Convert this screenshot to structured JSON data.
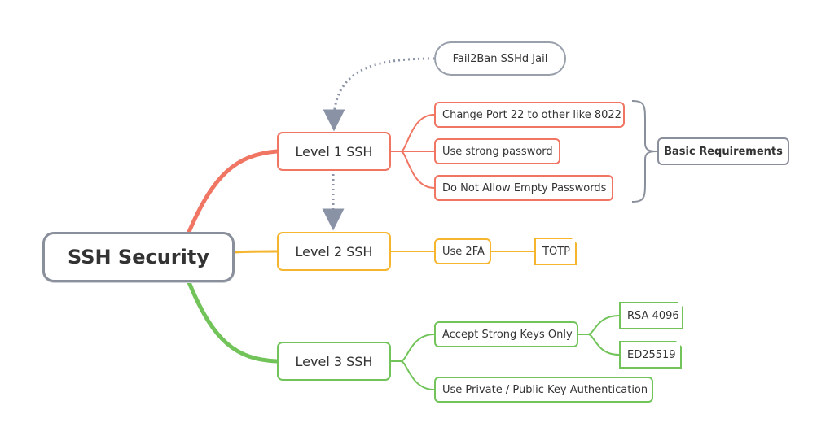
{
  "root": {
    "label": "SSH Security"
  },
  "levels": [
    {
      "label": "Level 1 SSH",
      "color": "#f07563",
      "items": [
        "Change Port 22 to other like 8022",
        "Use strong password",
        "Do Not Allow Empty Passwords"
      ],
      "summary": "Basic Requirements"
    },
    {
      "label": "Level 2 SSH",
      "color": "#f5b52e",
      "items": [
        "Use 2FA"
      ],
      "sub": [
        "TOTP"
      ]
    },
    {
      "label": "Level 3 SSH",
      "color": "#72c45a",
      "items": [
        "Accept Strong Keys Only",
        "Use Private / Public Key Authentication"
      ],
      "sub": [
        "RSA 4096",
        "ED25519"
      ]
    }
  ],
  "callout": {
    "label": "Fail2Ban SSHd Jail"
  },
  "colors": {
    "connector": "#8a93a6",
    "neutral": "#8a8f9c"
  }
}
